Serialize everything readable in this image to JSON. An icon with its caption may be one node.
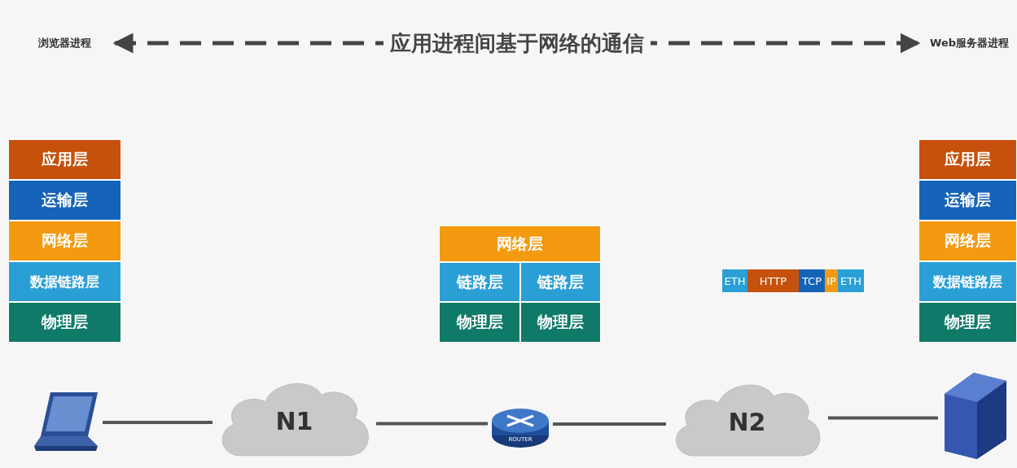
{
  "diagram": {
    "nodes": [
      {
        "text": [
          "浏览器进程"
        ]
      },
      {
        "text": [
          "Web服务器进程"
        ]
      },
      {
        "text": [
          "应用层"
        ]
      },
      {
        "text": [
          "运输层"
        ]
      },
      {
        "text": [
          "网络层"
        ]
      },
      {
        "text": [
          "数据链路层"
        ]
      },
      {
        "text": [
          "物理层"
        ]
      },
      {
        "text": [
          "网络层"
        ]
      },
      {
        "text": [
          "链路层"
        ]
      },
      {
        "text": [
          "链路层"
        ]
      },
      {
        "text": [
          "物理层"
        ]
      },
      {
        "text": [
          "物理层"
        ]
      },
      {
        "text": [
          "ETH"
        ]
      },
      {
        "text": [
          "HTTP"
        ]
      },
      {
        "text": [
          "TCP"
        ]
      },
      {
        "text": [
          "IP"
        ]
      },
      {
        "text": [
          "ETH"
        ]
      },
      {
        "text": [
          "应用层"
        ]
      },
      {
        "text": [
          "运输层"
        ]
      },
      {
        "text": [
          "网络层"
        ]
      },
      {
        "text": [
          "数据链路层"
        ]
      },
      {
        "text": [
          "物理层"
        ]
      },
      {
        "text": [],
        "shape": "computer"
      },
      {
        "text": [
          "N1"
        ]
      },
      {
        "text": [
          "ROUTER"
        ]
      },
      {
        "text": [
          "N2"
        ]
      },
      {
        "text": [],
        "shape": "server"
      }
    ],
    "edges": [
      {
        "from": 0,
        "to": 1,
        "arrow": "both",
        "style": "dashed",
        "label": "应用进程间基于网络的通信"
      },
      {
        "from": 22,
        "to": 23,
        "arrow": "none"
      },
      {
        "from": 23,
        "to": 24,
        "arrow": "none"
      },
      {
        "from": 24,
        "to": 25,
        "arrow": "none"
      },
      {
        "from": 25,
        "to": 26,
        "arrow": "none"
      }
    ]
  }
}
